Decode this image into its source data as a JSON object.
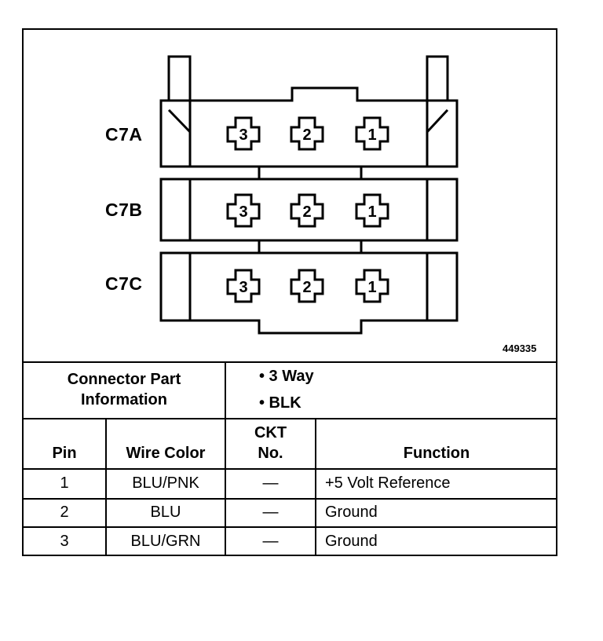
{
  "connector_labels": [
    "C7A",
    "C7B",
    "C7C"
  ],
  "cavity_numbers": [
    "3",
    "2",
    "1"
  ],
  "figure_number": "449335",
  "info": {
    "title_line1": "Connector Part",
    "title_line2": "Information",
    "bullet1": "• 3 Way",
    "bullet2": "• BLK"
  },
  "table": {
    "headers": {
      "pin": "Pin",
      "wire_color": "Wire Color",
      "ckt_line1": "CKT",
      "ckt_line2": "No.",
      "function": "Function"
    },
    "rows": [
      {
        "pin": "1",
        "wire_color": "BLU/PNK",
        "ckt": "—",
        "function": "+5 Volt Reference"
      },
      {
        "pin": "2",
        "wire_color": "BLU",
        "ckt": "—",
        "function": "Ground"
      },
      {
        "pin": "3",
        "wire_color": "BLU/GRN",
        "ckt": "—",
        "function": "Ground"
      }
    ]
  }
}
